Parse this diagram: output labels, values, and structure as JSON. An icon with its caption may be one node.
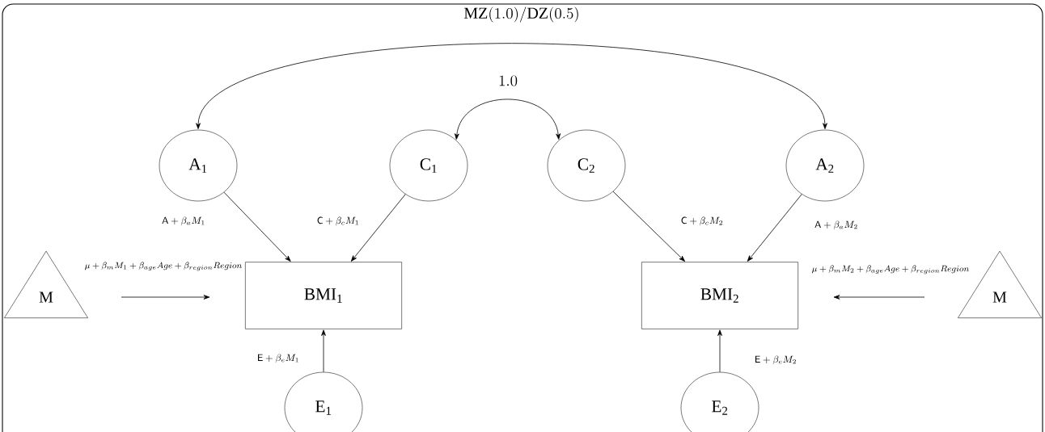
{
  "diagram": {
    "nodes": [
      {
        "text": [
          "A$_{1}$"
        ]
      },
      {
        "text": [
          "C$_{1}$"
        ]
      },
      {
        "text": [
          "C$_{2}$"
        ]
      },
      {
        "text": [
          "A$_{2}$"
        ]
      },
      {
        "text": [
          "BMI$_{1}$"
        ]
      },
      {
        "text": [
          "BMI$_{2}$"
        ]
      },
      {
        "text": [
          "M"
        ]
      },
      {
        "text": [
          "M"
        ]
      },
      {
        "text": [
          "E$_{1}$"
        ]
      },
      {
        "text": [
          "E$_{2}$"
        ]
      }
    ],
    "edges": [
      {
        "from": 0,
        "to": 4,
        "arrow": "to",
        "label": "\\mathsf{A} + \\beta_a M_1"
      },
      {
        "from": 1,
        "to": 4,
        "arrow": "to",
        "label": "\\mathsf{C} + \\beta_c M_1"
      },
      {
        "from": 2,
        "to": 5,
        "arrow": "to",
        "label": "\\mathsf{C} + \\beta_c M_2"
      },
      {
        "from": 3,
        "to": 5,
        "arrow": "to",
        "label": "\\mathsf{A} + \\beta_a M_2"
      },
      {
        "from": 8,
        "to": 4,
        "arrow": "to",
        "label": "\\mathsf{E} + \\beta_e M_1"
      },
      {
        "from": 9,
        "to": 5,
        "arrow": "to",
        "label": "\\mathsf{E} + \\beta_e M_2"
      },
      {
        "from": 6,
        "to": 4,
        "arrow": "to",
        "label": "\\mu + \\beta_m M_1 + \\beta_{age} Age + \\beta_{region} Region"
      },
      {
        "from": 7,
        "to": 5,
        "arrow": "to",
        "label": "\\mu + \\beta_m M_2 + \\beta_{age} Age + \\beta_{region} Region"
      },
      {
        "from": 0,
        "to": 3,
        "arrow": "both",
        "label": "\\mathrm{MZ}(1.0)/\\mathrm{DZ}(0.5)"
      },
      {
        "from": 1,
        "to": 2,
        "arrow": "both",
        "label": "1.0"
      }
    ]
  }
}
